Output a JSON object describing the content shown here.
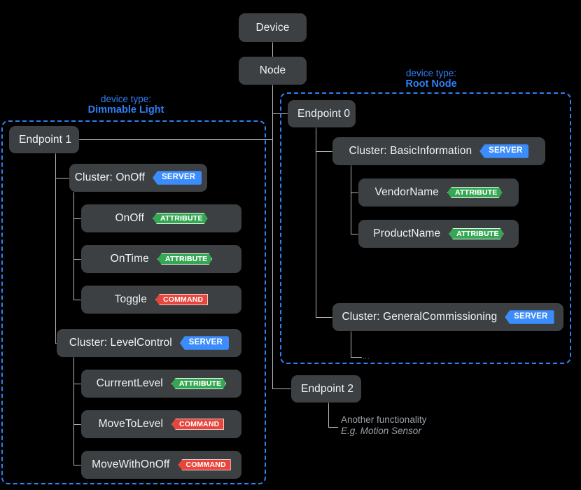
{
  "diagram": {
    "title_nodes": {
      "device": "Device",
      "node": "Node"
    },
    "groups": [
      {
        "id": "dimmable-light",
        "label_line1": "device type:",
        "label_line2": "Dimmable Light",
        "color": "#2f7ff5"
      },
      {
        "id": "root-node",
        "label_line1": "device type:",
        "label_line2": "Root Node",
        "color": "#2f7ff5"
      }
    ],
    "endpoints": {
      "endpoint1": "Endpoint 1",
      "endpoint0": "Endpoint 0",
      "endpoint2": "Endpoint 2"
    },
    "clusters": {
      "onoff": "Cluster: OnOff",
      "levelcontrol": "Cluster: LevelControl",
      "basicinformation": "Cluster: BasicInformation",
      "generalcommissioning": "Cluster: GeneralCommissioning"
    },
    "badges": {
      "server": "SERVER",
      "attribute": "ATTRIBUTE",
      "command": "COMMAND"
    },
    "members": {
      "onoff_attr": "OnOff",
      "ontime_attr": "OnTime",
      "toggle_cmd": "Toggle",
      "currentlevel_attr": "CurrrentLevel",
      "movetolevel_cmd": "MoveToLevel",
      "movewithonoff_cmd": "MoveWithOnOff",
      "vendorname_attr": "VendorName",
      "productname_attr": "ProductName"
    },
    "ellipsis": "...",
    "note": {
      "line1": "Another functionality",
      "line2": "E.g. Motion Sensor"
    },
    "colors": {
      "background": "#000000",
      "box": "#3c4043",
      "text": "#f1f3f4",
      "line": "#b8b8b8",
      "accent_blue": "#2f7ff5",
      "badge_server": "#3b8cfc",
      "badge_attribute": "#35a853",
      "badge_command": "#e8453c",
      "note_gray": "#9aa0a6"
    }
  }
}
